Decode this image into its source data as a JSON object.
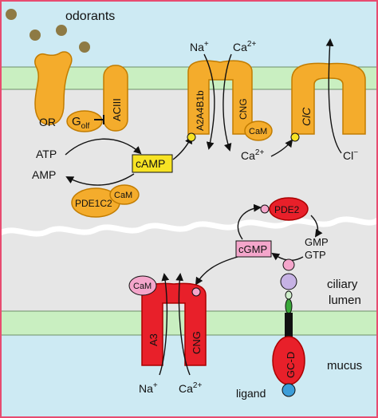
{
  "labels": {
    "odorants": "odorants",
    "na_top": "Na",
    "na_top_sup": "+",
    "ca_top": "Ca",
    "ca_top_sup": "2+",
    "or": "OR",
    "golf": "G",
    "golf_sub": "olf",
    "aciii": "ACIII",
    "a2a4b1b": "A2A4B1b",
    "cng_top": "CNG",
    "cam_top": "CaM",
    "cic": "ClC",
    "ca_mid": "Ca",
    "ca_mid_sup": "2+",
    "cl": "Cl",
    "cl_sup": "−",
    "atp": "ATP",
    "amp": "AMP",
    "camp": "cAMP",
    "pde1c2": "PDE1C2",
    "cam_pde": "CaM",
    "pde2": "PDE2",
    "cgmp": "cGMP",
    "gmp": "GMP",
    "gtp": "GTP",
    "ciliary": "ciliary",
    "lumen": "lumen",
    "cam_bottom": "CaM",
    "a3": "A3",
    "cng_bottom": "CNG",
    "gcd": "GC-D",
    "mucus": "mucus",
    "na_bottom": "Na",
    "na_bottom_sup": "+",
    "ca_bottom": "Ca",
    "ca_bottom_sup": "2+",
    "ligand": "ligand"
  },
  "colors": {
    "mucus_bg": "#cdeaf3",
    "cilium_bg": "#e6e6e6",
    "membrane": "#c9efc1",
    "orange": "#f4ac2c",
    "orange_dark": "#c27c00",
    "red": "#e8202a",
    "pink": "#f4a6cb",
    "yellow": "#f7e324",
    "frame": "#e84b70"
  }
}
